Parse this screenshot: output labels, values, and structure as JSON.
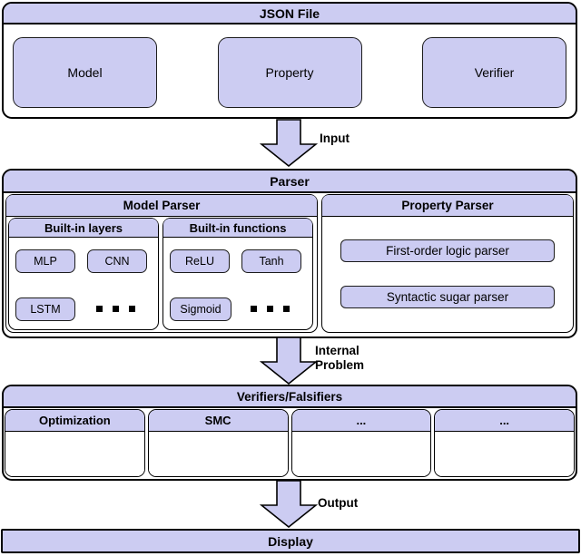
{
  "colors": {
    "box_fill": "#ccccf2",
    "border": "#000000",
    "background": "#ffffff"
  },
  "json_file": {
    "title": "JSON File",
    "items": [
      "Model",
      "Property",
      "Verifier"
    ]
  },
  "arrows": {
    "input_label": "Input",
    "internal_label_line1": "Internal",
    "internal_label_line2": "Problem",
    "output_label": "Output"
  },
  "parser": {
    "title": "Parser",
    "model_parser": {
      "title": "Model Parser",
      "built_in_layers": {
        "title": "Built-in layers",
        "boxes": [
          "MLP",
          "CNN",
          "LSTM"
        ]
      },
      "built_in_functions": {
        "title": "Built-in functions",
        "boxes": [
          "ReLU",
          "Tanh",
          "Sigmoid"
        ]
      }
    },
    "property_parser": {
      "title": "Property Parser",
      "items": [
        "First-order logic parser",
        "Syntactic sugar parser"
      ]
    }
  },
  "verifiers": {
    "title": "Verifiers/Falsifiers",
    "columns": [
      "Optimization",
      "SMC",
      "...",
      "..."
    ]
  },
  "display": {
    "title": "Display"
  }
}
